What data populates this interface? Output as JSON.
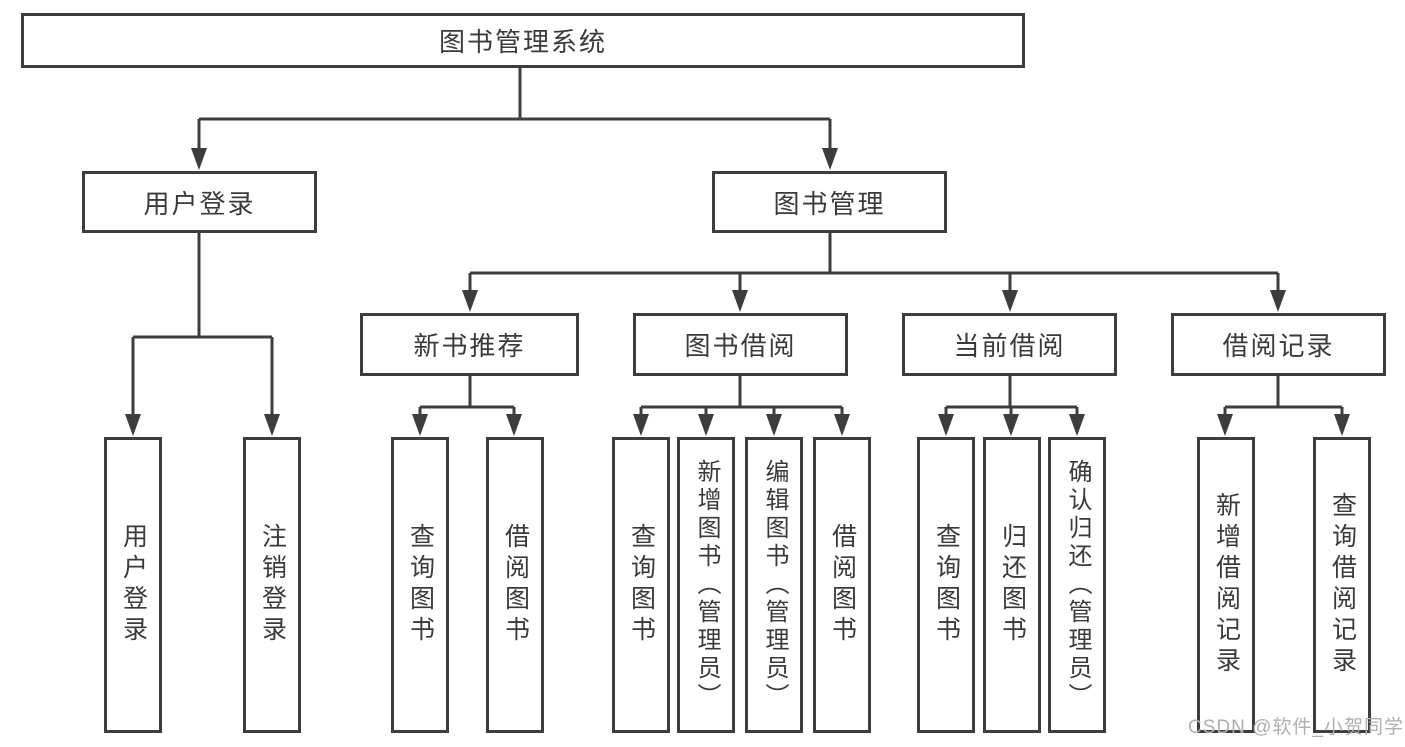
{
  "diagram": {
    "root": {
      "label": "图书管理系统"
    },
    "level2": [
      {
        "label": "用户登录"
      },
      {
        "label": "图书管理"
      }
    ],
    "level3": [
      {
        "label": "新书推荐",
        "parent": "图书管理"
      },
      {
        "label": "图书借阅",
        "parent": "图书管理"
      },
      {
        "label": "当前借阅",
        "parent": "图书管理"
      },
      {
        "label": "借阅记录",
        "parent": "图书管理"
      }
    ],
    "leaves": [
      {
        "label": "用户登录",
        "parent": "用户登录"
      },
      {
        "label": "注销登录",
        "parent": "用户登录"
      },
      {
        "label": "查询图书",
        "parent": "新书推荐"
      },
      {
        "label": "借阅图书",
        "parent": "新书推荐"
      },
      {
        "label": "查询图书",
        "parent": "图书借阅"
      },
      {
        "label": "新增图书（管理员）",
        "parent": "图书借阅"
      },
      {
        "label": "编辑图书（管理员）",
        "parent": "图书借阅"
      },
      {
        "label": "借阅图书",
        "parent": "图书借阅"
      },
      {
        "label": "查询图书",
        "parent": "当前借阅"
      },
      {
        "label": "归还图书",
        "parent": "当前借阅"
      },
      {
        "label": "确认归还（管理员）",
        "parent": "当前借阅"
      },
      {
        "label": "新增借阅记录",
        "parent": "借阅记录"
      },
      {
        "label": "查询借阅记录",
        "parent": "借阅记录"
      }
    ]
  },
  "watermark": "CSDN @软件_小贺同学",
  "colors": {
    "line": "#3d3d3d",
    "text": "#3a3a3a",
    "watermark": "#b0b0b0",
    "background": "#ffffff"
  }
}
